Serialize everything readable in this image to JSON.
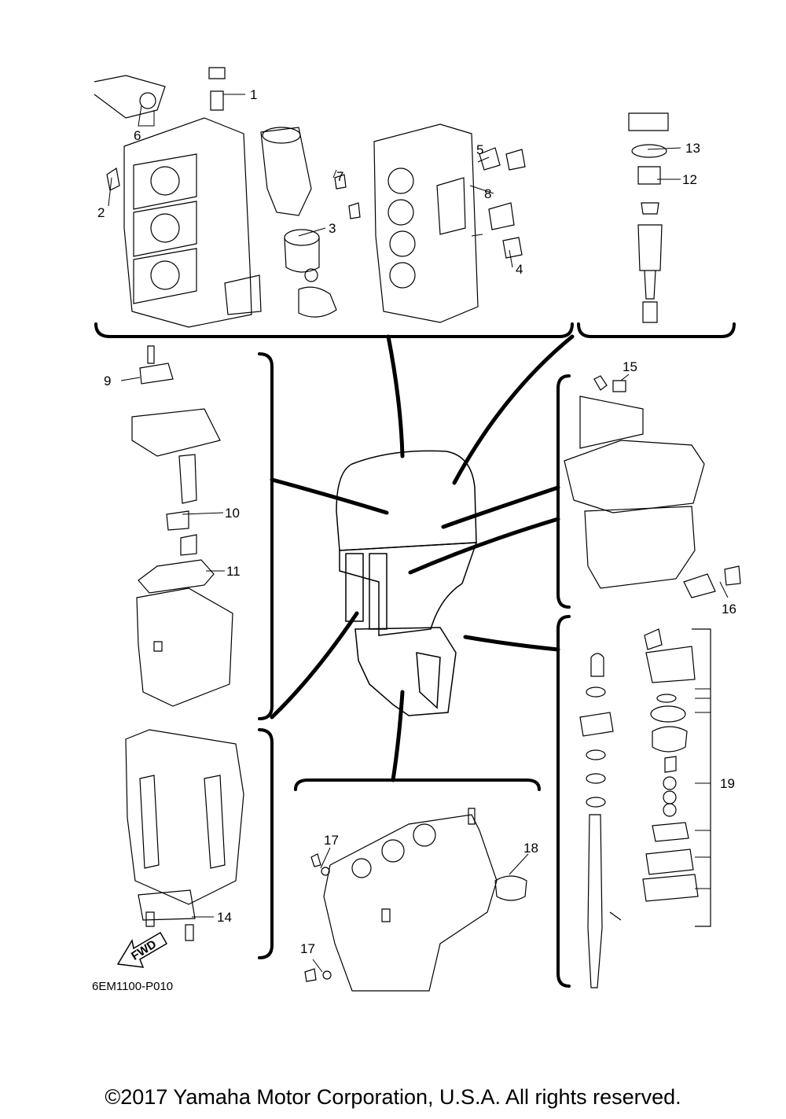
{
  "callouts": [
    "1",
    "2",
    "3",
    "4",
    "5",
    "6",
    "7",
    "8",
    "9",
    "10",
    "11",
    "12",
    "13",
    "14",
    "15",
    "16",
    "17",
    "17",
    "18",
    "19"
  ],
  "fwd_label": "FWD",
  "diagram_code": "6EM1100-P010",
  "copyright": "©2017 Yamaha Motor Corporation, U.S.A. All rights reserved.",
  "colors": {
    "line": "#000000",
    "background": "#ffffff"
  }
}
